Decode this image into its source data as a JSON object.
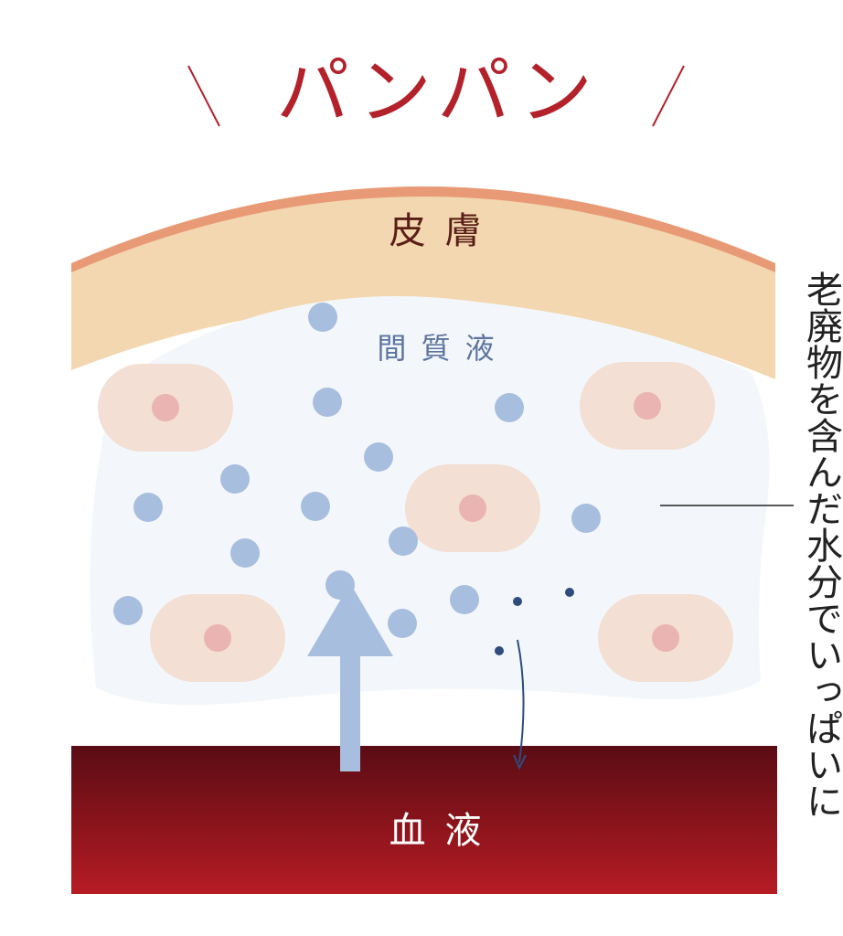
{
  "title": {
    "text": "パンパン",
    "color": "#b3212b",
    "slash_color": "#b3212b"
  },
  "skin": {
    "label": "皮 膚",
    "color": "#f2d7b0",
    "edge_color": "#e89a76",
    "text_color": "#5a1e16"
  },
  "interstitial_fluid": {
    "label": "間 質 液",
    "color": "#f3f7fb",
    "text_color": "#5d74a0",
    "particle_color": "#a8bedf",
    "waste_dot_color": "#2e4c7d"
  },
  "cells": {
    "color": "#f3dfd3",
    "nucleus_color": "#e9b4b1",
    "count": 5
  },
  "blood": {
    "label": "血 液",
    "color_top": "#5a0c14",
    "color_bottom": "#b61b23",
    "text_color": "#ffffff"
  },
  "arrows": {
    "inflow_color": "#a8bedf",
    "outflow_color": "#2e4c7d"
  },
  "side_note": {
    "text": "老廃物を含んだ水分でいっぱいに",
    "color": "#222222"
  }
}
